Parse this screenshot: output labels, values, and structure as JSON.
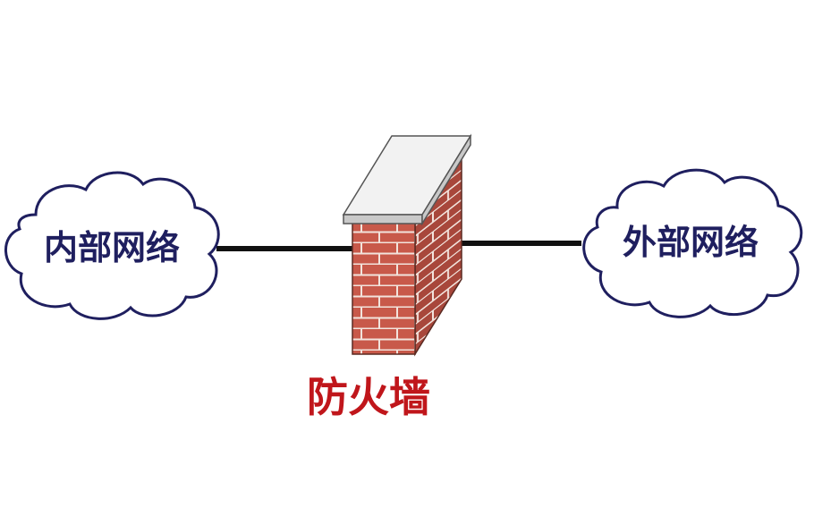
{
  "diagram": {
    "internal_network": {
      "label": "内部网络"
    },
    "external_network": {
      "label": "外部网络"
    },
    "firewall": {
      "label": "防火墙"
    }
  },
  "colors": {
    "cloud_fill": "#ffffff",
    "cloud_stroke": "#1f1f5f",
    "cloud_text": "#1f1f5f",
    "link": "#111111",
    "brick": "#c8594a",
    "brick_side": "#a8473b",
    "mortar": "#f2e3dc",
    "cap_top": "#f2f2f2",
    "cap_side": "#c9c9c9",
    "firewall_text": "#c0161b"
  }
}
